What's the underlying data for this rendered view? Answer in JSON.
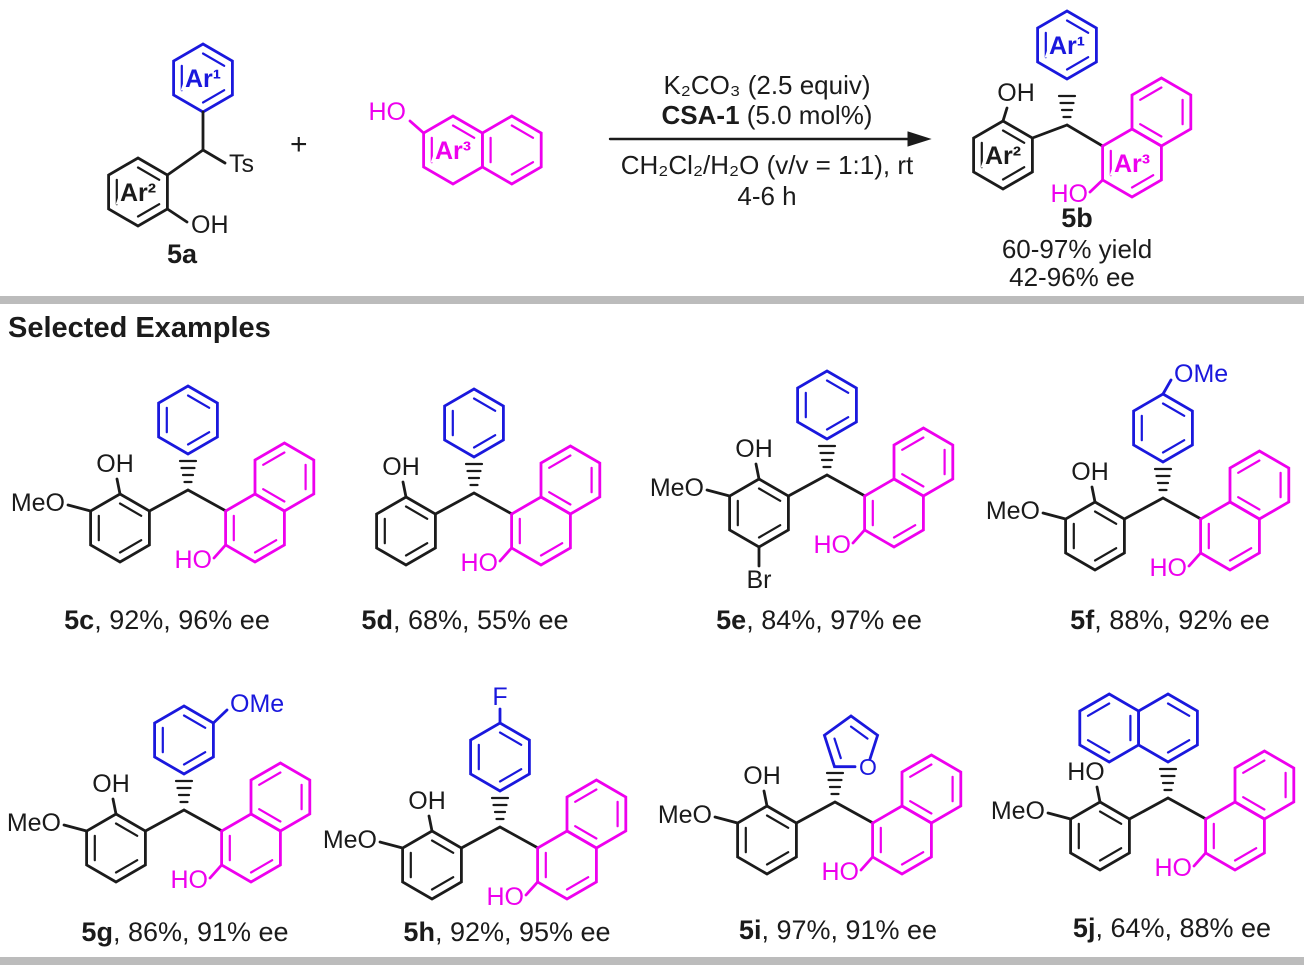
{
  "colors": {
    "aryl1_blue": "#1a18dd",
    "naphthol_magenta": "#ee00ee",
    "bond_black": "#1b1b1b",
    "divider_gray": "#bcbcbc"
  },
  "scheme": {
    "reactant_5a": {
      "ar1": "Ar¹",
      "ar2": "Ar²",
      "ts": "Ts",
      "oh": "OH",
      "label": "5a"
    },
    "plus": "+",
    "reagent_naphthol": {
      "ho": "HO",
      "ar3": "Ar³"
    },
    "conditions": {
      "line1": "K₂CO₃ (2.5 equiv)",
      "line2_bold": "CSA-1",
      "line2_rest": " (5.0 mol%)",
      "line3": "CH₂Cl₂/H₂O (v/v = 1:1), rt",
      "line4": "4-6 h"
    },
    "product_5b": {
      "ar1": "Ar¹",
      "ar2": "Ar²",
      "ar3": "Ar³",
      "oh": "OH",
      "ho": "HO",
      "label": "5b",
      "yield": "60-97% yield",
      "ee": "42-96% ee"
    }
  },
  "section_title": "Selected Examples",
  "examples": [
    {
      "id": "5c",
      "result": ", 92%, 96% ee",
      "oh": "OH",
      "meo": "MeO",
      "ho": "HO"
    },
    {
      "id": "5d",
      "result": ", 68%, 55% ee",
      "oh": "OH",
      "ho": "HO"
    },
    {
      "id": "5e",
      "result": ", 84%, 97% ee",
      "oh": "OH",
      "meo": "MeO",
      "ho": "HO",
      "br": "Br"
    },
    {
      "id": "5f",
      "result": ", 88%, 92% ee",
      "oh": "OH",
      "meo": "MeO",
      "ho": "HO",
      "top": "OMe"
    },
    {
      "id": "5g",
      "result": ", 86%, 91% ee",
      "oh": "OH",
      "meo": "MeO",
      "ho": "HO",
      "top": "OMe"
    },
    {
      "id": "5h",
      "result": ", 92%, 95% ee",
      "oh": "OH",
      "meo": "MeO",
      "ho": "HO",
      "top": "F"
    },
    {
      "id": "5i",
      "result": ", 97%, 91% ee",
      "oh": "OH",
      "meo": "MeO",
      "ho": "HO",
      "o": "O"
    },
    {
      "id": "5j",
      "result": ", 64%, 88% ee",
      "oh": "HO",
      "meo": "MeO",
      "ho": "HO"
    }
  ]
}
